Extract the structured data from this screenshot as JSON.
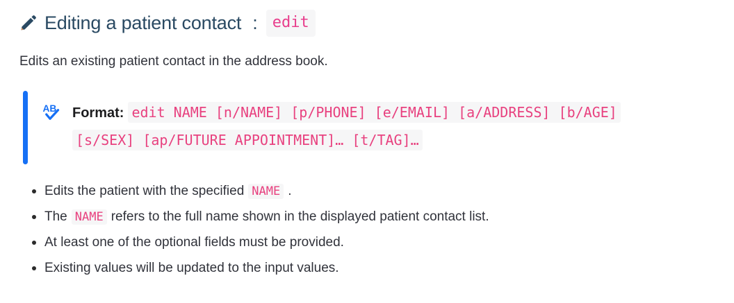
{
  "heading": {
    "icon": "pencil-icon",
    "title": "Editing a patient contact",
    "separator": ":",
    "command": "edit"
  },
  "description": "Edits an existing patient contact in the address book.",
  "format_callout": {
    "icon": "spellcheck-ab-icon",
    "label": "Format",
    "label_colon": ":",
    "accent_color": "#1670f5",
    "line1": "edit NAME [n/NAME] [p/PHONE] [e/EMAIL] [a/ADDRESS] [b/AGE]",
    "line2": "[s/SEX] [ap/FUTURE APPOINTMENT]… [t/TAG]…"
  },
  "bullets": [
    {
      "pre": "Edits the patient with the specified",
      "code": "NAME",
      "post": "."
    },
    {
      "pre": "The",
      "code": "NAME",
      "post": "refers to the full name shown in the displayed patient contact list."
    },
    {
      "pre": "At least one of the optional fields must be provided.",
      "code": "",
      "post": ""
    },
    {
      "pre": "Existing values will be updated to the input values.",
      "code": "",
      "post": ""
    }
  ],
  "colors": {
    "heading": "#2a4a63",
    "code_text": "#e8417f",
    "code_bg": "#f6f6f7",
    "callout_bar": "#1670f5",
    "body_text": "#30323a"
  }
}
